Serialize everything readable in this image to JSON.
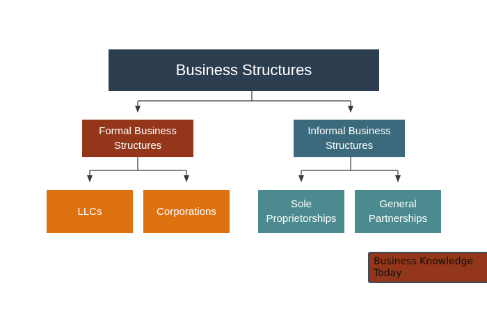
{
  "root": {
    "label": "Business Structures"
  },
  "groups": [
    {
      "label": "Formal Business Structures",
      "children": [
        "LLCs",
        "Corporations"
      ]
    },
    {
      "label": "Informal Business Structures",
      "children": [
        "Sole Proprietorships",
        "General Partnerships"
      ]
    }
  ],
  "badge": {
    "label": "Business Knowledge Today"
  },
  "colors": {
    "root": "#2b3d4f",
    "formal": "#933619",
    "informal": "#3a6a7b",
    "formal_child": "#de7211",
    "informal_child": "#4b8a8f",
    "badge": "#933619",
    "connector": "#3a3a3a"
  }
}
